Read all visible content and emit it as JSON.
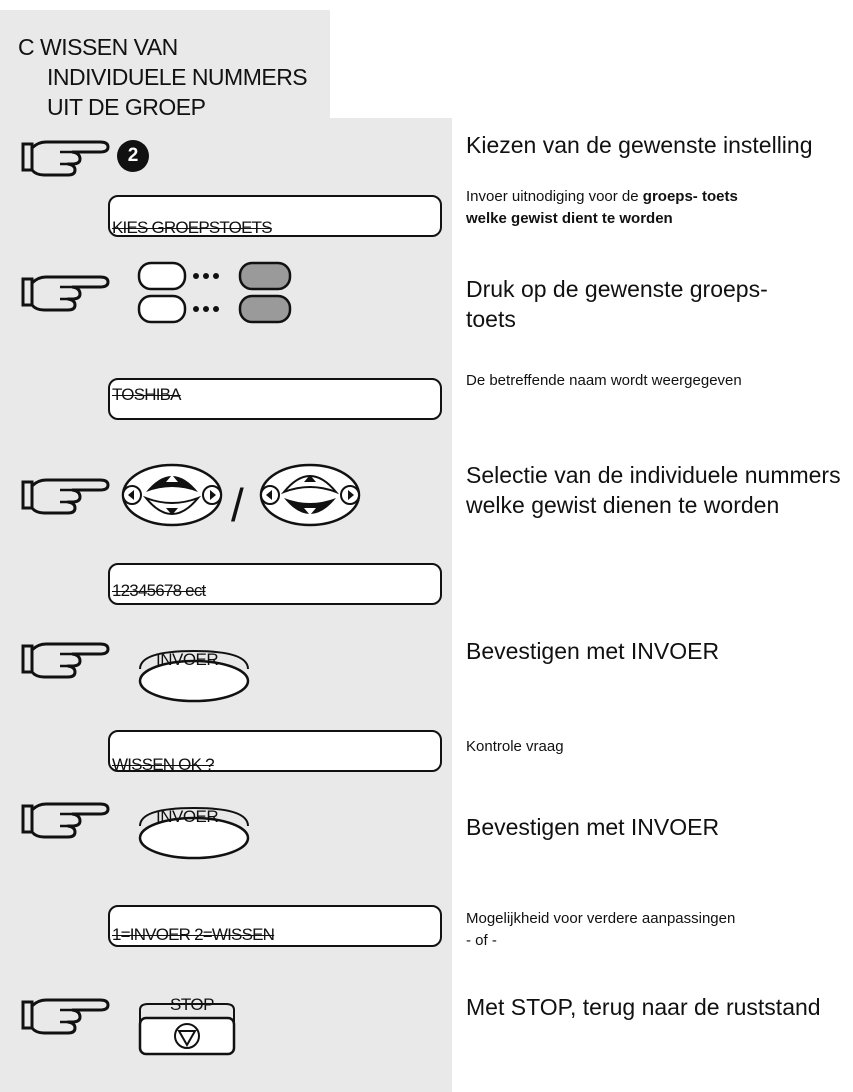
{
  "section": {
    "line1": "C WISSEN VAN",
    "line2": "INDIVIDUELE NUMMERS",
    "line3": "UIT DE GROEP"
  },
  "step_number": "2",
  "descriptions": {
    "choose": "Kiezen van de gewenste instelling",
    "prompt_normal": "Invoer uitnodiging voor de ",
    "prompt_bold1": "groeps- toets",
    "prompt_bold2": "welke gewist dient te worden",
    "press_group_key": "Druk op de gewenste groeps- toets",
    "name_shown": "De betreffende naam wordt weergegeven",
    "select_numbers": "Selectie van de individuele nummers welke gewist dienen te worden",
    "confirm1": "Bevestigen met INVOER",
    "control_question": "Kontrole vraag",
    "confirm2": "Bevestigen met INVOER",
    "further_line1": "Mogelijkheid voor verdere aanpassingen",
    "further_line2": "- of -",
    "stop": "Met STOP, terug naar de ruststand"
  },
  "displays": {
    "d1": "KIES GROEPSTOETS",
    "d2": "TOSHIBA",
    "d3": "12345678 ect",
    "d4": "WISSEN OK ?",
    "d5": "1=INVOER  2=WISSEN"
  },
  "keys": {
    "invoer1": "INVOER",
    "invoer2": "INVOER",
    "stop": "STOP"
  }
}
